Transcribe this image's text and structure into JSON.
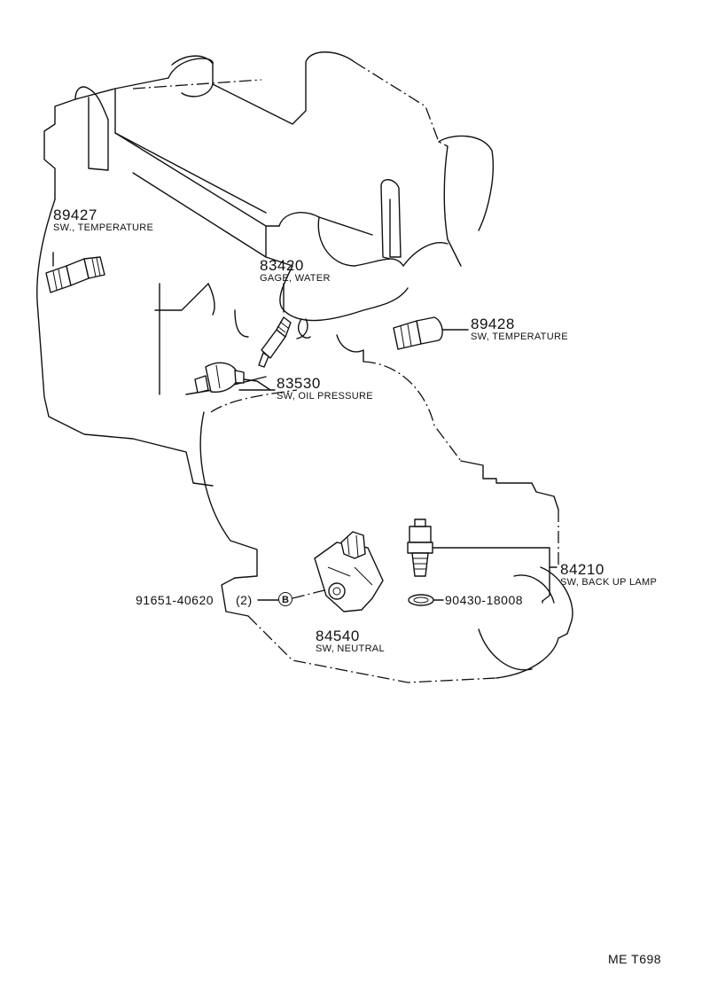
{
  "parts": [
    {
      "id": "89427",
      "number": "89427",
      "name": "SW., TEMPERATURE"
    },
    {
      "id": "83420",
      "number": "83420",
      "name": "GAGE, WATER"
    },
    {
      "id": "89428",
      "number": "89428",
      "name": "SW, TEMPERATURE"
    },
    {
      "id": "83530",
      "number": "83530",
      "name": "SW, OIL PRESSURE"
    },
    {
      "id": "84210",
      "number": "84210",
      "name": "SW, BACK UP LAMP"
    },
    {
      "id": "84540",
      "number": "84540",
      "name": "SW, NEUTRAL"
    }
  ],
  "fasteners": [
    {
      "number": "91651-40620",
      "qty": "(2)",
      "callout": "B"
    },
    {
      "number": "90430-18008"
    }
  ],
  "drawing_code": "ME T698"
}
